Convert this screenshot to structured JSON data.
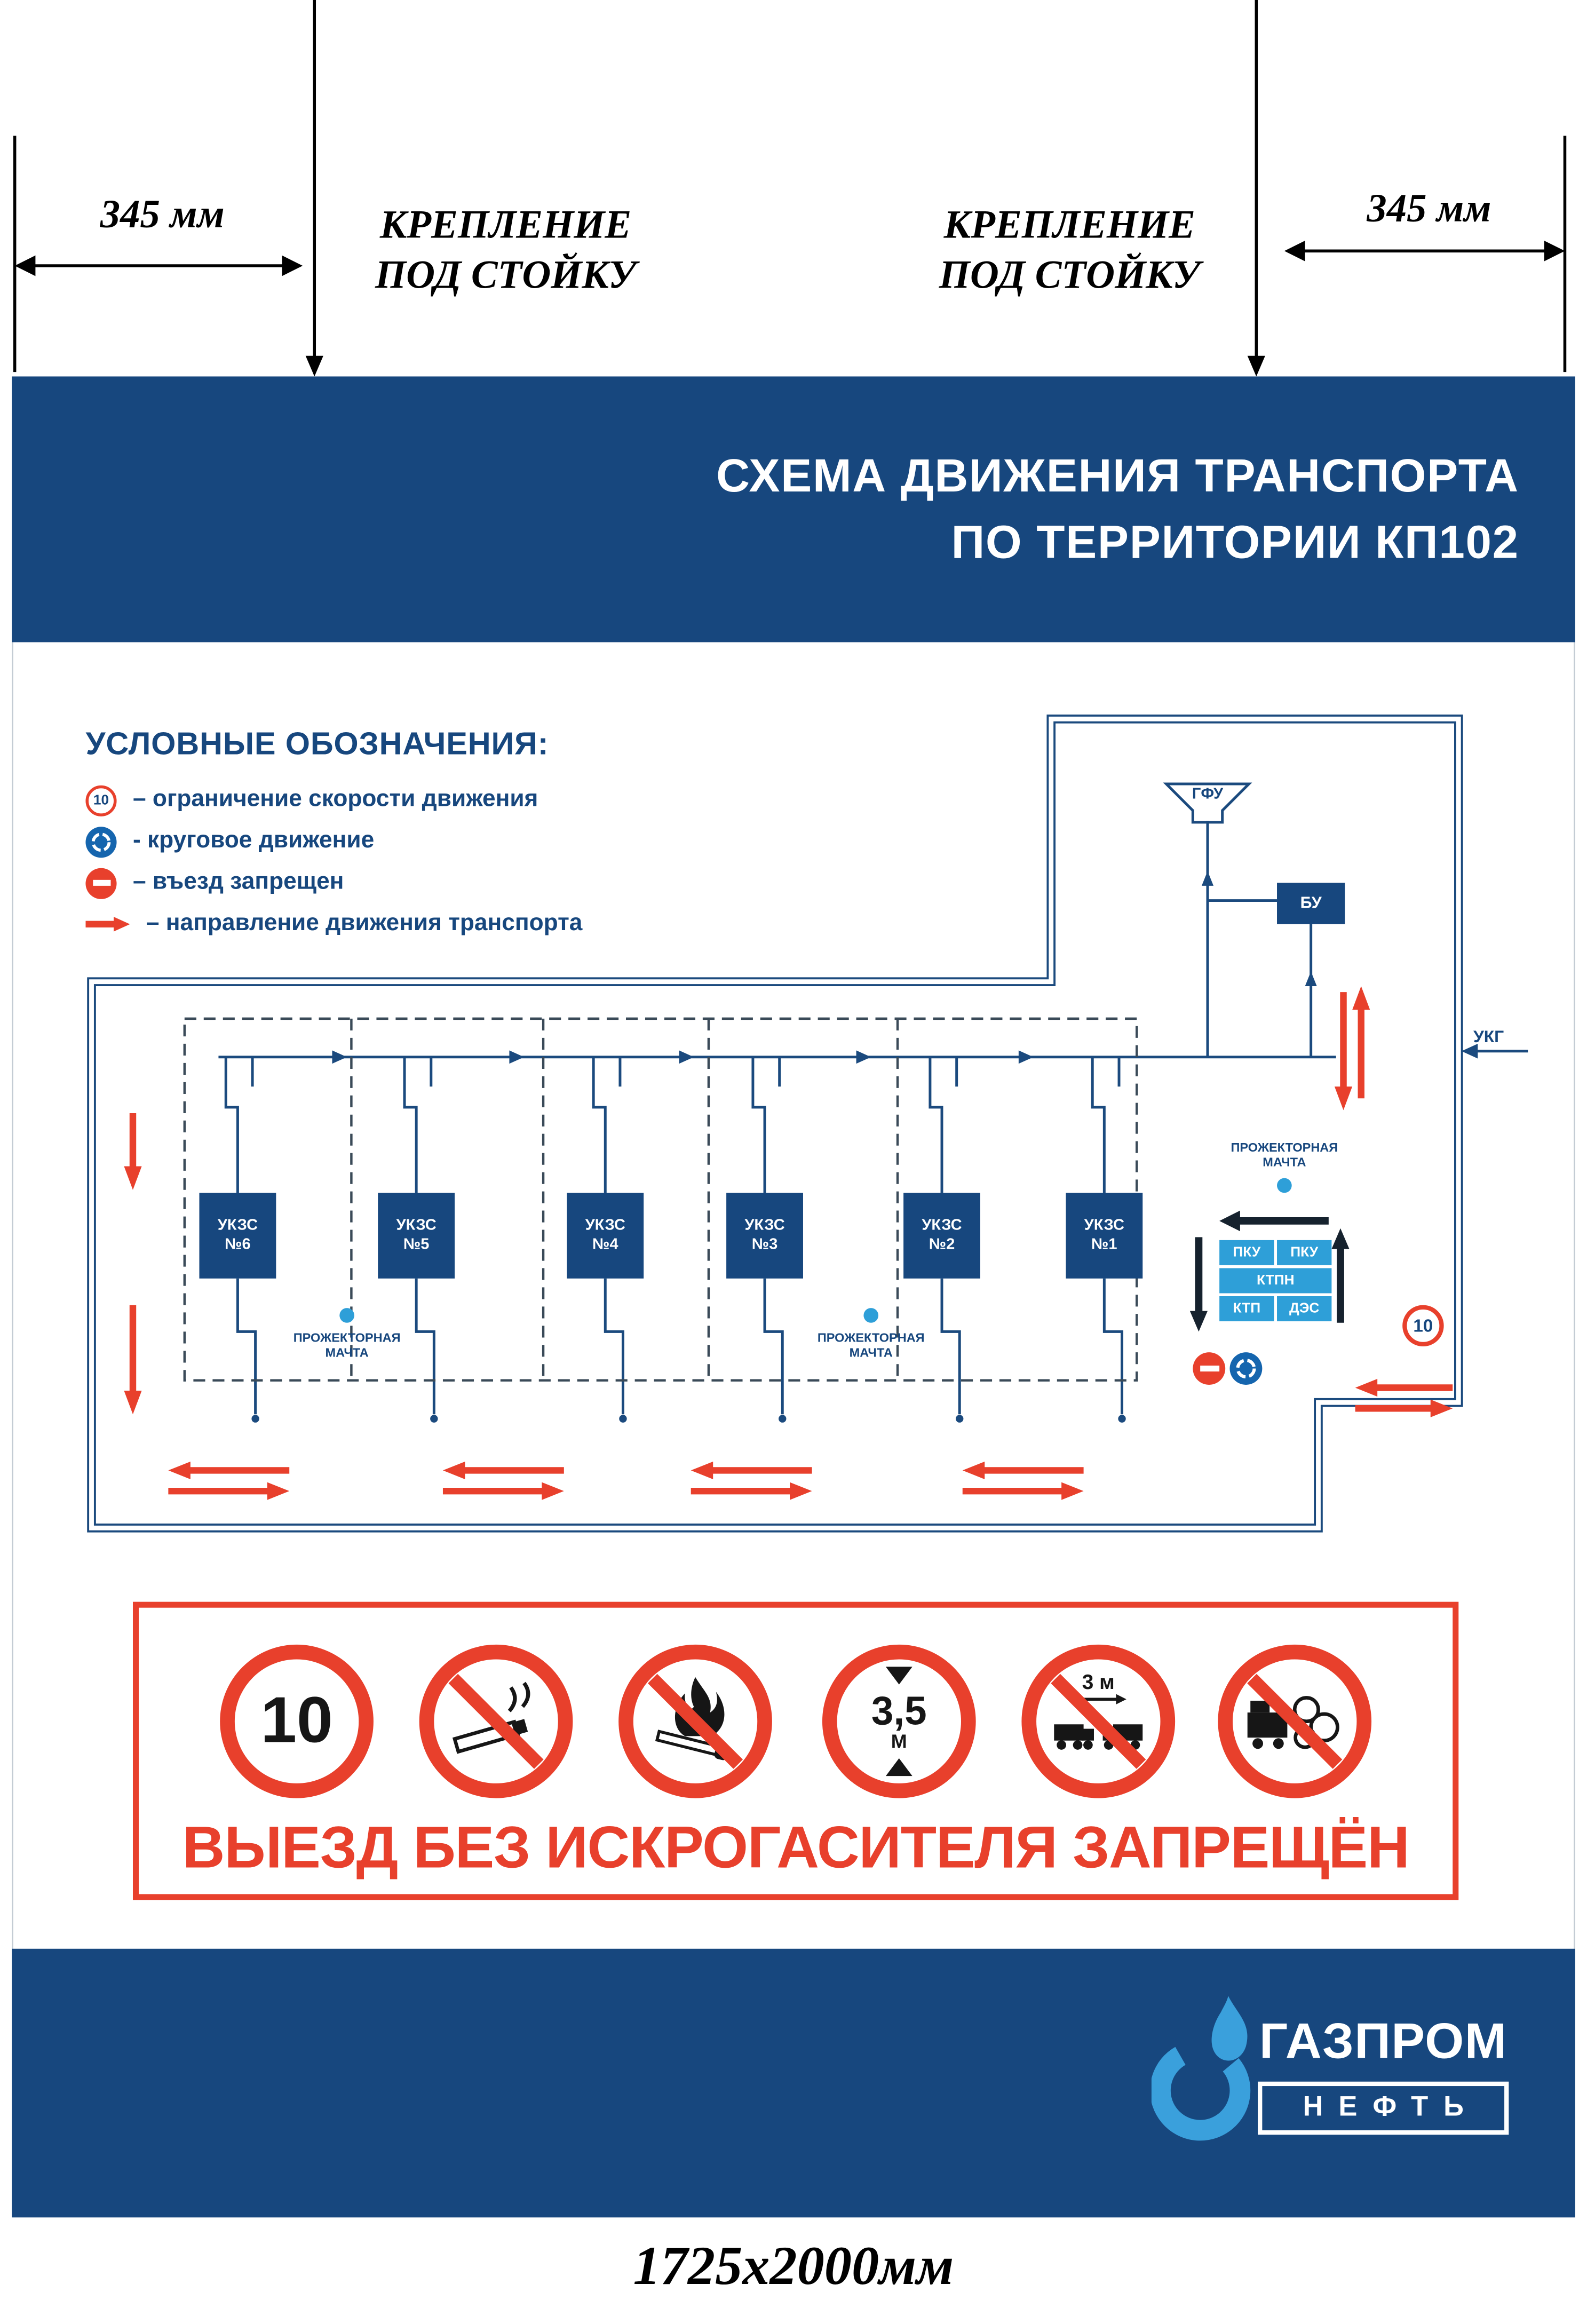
{
  "colors": {
    "navy": "#17477E",
    "road": "#1B4A7E",
    "light_blue": "#2E9FD8",
    "sign_blue": "#1565AE",
    "red": "#E8402C"
  },
  "annotations": {
    "dim_left": "345 мм",
    "dim_right": "345 мм",
    "mount_left_line1": "КРЕПЛЕНИЕ",
    "mount_left_line2": "ПОД СТОЙКУ",
    "mount_right_line1": "КРЕПЛЕНИЕ",
    "mount_right_line2": "ПОД СТОЙКУ",
    "size_label": "1725х2000мм"
  },
  "header": {
    "title_line1": "СХЕМА ДВИЖЕНИЯ ТРАНСПОРТА",
    "title_line2": "ПО ТЕРРИТОРИИ КП102"
  },
  "legend": {
    "title": "УСЛОВНЫЕ ОБОЗНАЧЕНИЯ:",
    "items": [
      {
        "icon": "speed-limit-icon",
        "value": "10",
        "text": "– ограничение скорости движения"
      },
      {
        "icon": "roundabout-icon",
        "text": "- круговое движение"
      },
      {
        "icon": "no-entry-icon",
        "text": "– въезд запрещен"
      },
      {
        "icon": "direction-arrow-icon",
        "text": "– направление движения транспорта"
      }
    ]
  },
  "diagram": {
    "gfu": "ГФУ",
    "bu": "БУ",
    "ukg": "УКГ",
    "ukzs": [
      {
        "l1": "УКЗС",
        "l2": "№6"
      },
      {
        "l1": "УКЗС",
        "l2": "№5"
      },
      {
        "l1": "УКЗС",
        "l2": "№4"
      },
      {
        "l1": "УКЗС",
        "l2": "№3"
      },
      {
        "l1": "УКЗС",
        "l2": "№2"
      },
      {
        "l1": "УКЗС",
        "l2": "№1"
      }
    ],
    "floodlight_line1": "ПРОЖЕКТОРНАЯ",
    "floodlight_line2": "МАЧТА",
    "cluster": {
      "pku_left": "ПКУ",
      "pku_right": "ПКУ",
      "ktpn": "КТПН",
      "ktp": "КТП",
      "des": "ДЭС"
    },
    "speed_sign": "10"
  },
  "signs_panel": {
    "speed": "10",
    "height": "3,5",
    "height_unit": "М",
    "distance": "3 м",
    "caption": "ВЫЕЗД БЕЗ ИСКРОГАСИТЕЛЯ ЗАПРЕЩЁН"
  },
  "footer": {
    "brand_top": "ГАЗПРОМ",
    "brand_bottom": "НЕФТЬ"
  }
}
